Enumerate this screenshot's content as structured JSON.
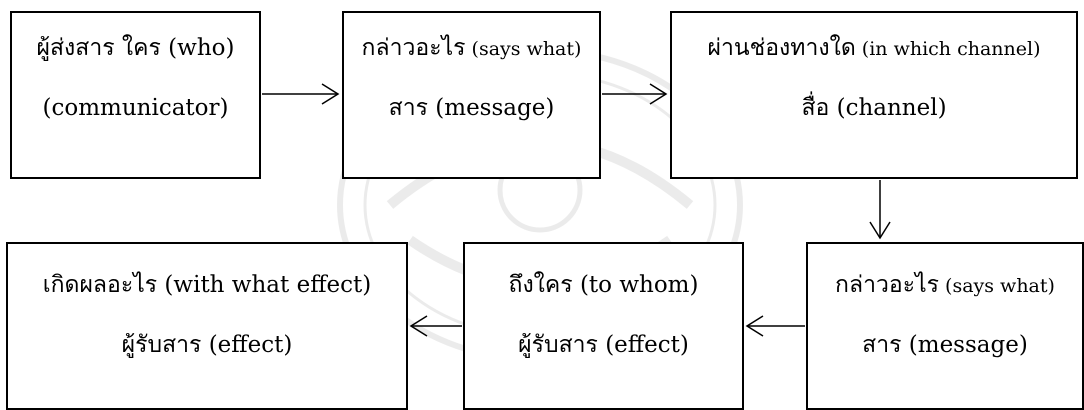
{
  "diagram": {
    "boxes": {
      "communicator": {
        "line1": "ผู้ส่งสาร ใคร (who)",
        "line2": "(communicator)"
      },
      "says_what_top": {
        "line1_th": "กล่าวอะไร",
        "line1_en": " (says what)",
        "line2": "สาร (message)"
      },
      "channel": {
        "line1_th": "ผ่านช่องทางใด",
        "line1_en": " (in which channel)",
        "line2": "สื่อ (channel)"
      },
      "says_what_bottom": {
        "line1_th": "กล่าวอะไร",
        "line1_en": " (says what)",
        "line2": "สาร (message)"
      },
      "to_whom": {
        "line1": "ถึงใคร (to whom)",
        "line2": "ผู้รับสาร (effect)"
      },
      "effect": {
        "line1": "เกิดผลอะไร  (with what  effect)",
        "line2": "ผู้รับสาร (effect)"
      }
    }
  }
}
